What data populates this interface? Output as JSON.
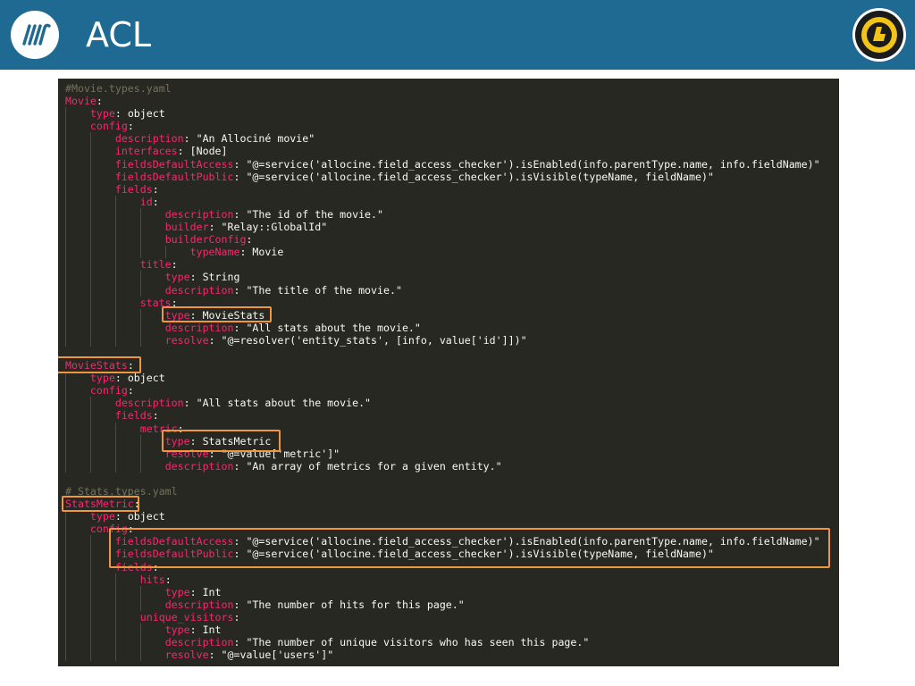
{
  "header": {
    "title": "ACL",
    "bg_color": "#1e6a93",
    "left_logo_icon": "stripes-logo-icon",
    "right_logo_icon": "badge-logo-icon"
  },
  "code": {
    "colors": {
      "key": "#f92672",
      "comment": "#75715e",
      "string": "#e6db74",
      "text": "#f8f8f2",
      "highlight": "#f0963e"
    },
    "lines": [
      {
        "indent": 0,
        "comment": "#Movie.types.yaml"
      },
      {
        "indent": 0,
        "key": "Movie"
      },
      {
        "indent": 1,
        "key": "type",
        "value": "object"
      },
      {
        "indent": 1,
        "key": "config"
      },
      {
        "indent": 2,
        "key": "description",
        "value": "\"An Allociné movie\""
      },
      {
        "indent": 2,
        "key": "interfaces",
        "value": "[Node]"
      },
      {
        "indent": 2,
        "key": "fieldsDefaultAccess",
        "value": "\"@=service('allocine.field_access_checker').isEnabled(info.parentType.name, info.fieldName)\""
      },
      {
        "indent": 2,
        "key": "fieldsDefaultPublic",
        "value": "\"@=service('allocine.field_access_checker').isVisible(typeName, fieldName)\""
      },
      {
        "indent": 2,
        "key": "fields"
      },
      {
        "indent": 3,
        "key": "id"
      },
      {
        "indent": 4,
        "key": "description",
        "value": "\"The id of the movie.\""
      },
      {
        "indent": 4,
        "key": "builder",
        "value": "\"Relay::GlobalId\""
      },
      {
        "indent": 4,
        "key": "builderConfig"
      },
      {
        "indent": 5,
        "key": "typeName",
        "value": "Movie"
      },
      {
        "indent": 3,
        "key": "title"
      },
      {
        "indent": 4,
        "key": "type",
        "value": "String"
      },
      {
        "indent": 4,
        "key": "description",
        "value": "\"The title of the movie.\""
      },
      {
        "indent": 3,
        "key": "stats"
      },
      {
        "indent": 4,
        "key": "type",
        "value": "MovieStats"
      },
      {
        "indent": 4,
        "key": "description",
        "value": "\"All stats about the movie.\""
      },
      {
        "indent": 4,
        "key": "resolve",
        "value": "\"@=resolver('entity_stats', [info, value['id']])\""
      },
      {
        "indent": 0
      },
      {
        "indent": 0,
        "key": "MovieStats"
      },
      {
        "indent": 1,
        "key": "type",
        "value": "object"
      },
      {
        "indent": 1,
        "key": "config"
      },
      {
        "indent": 2,
        "key": "description",
        "value": "\"All stats about the movie.\""
      },
      {
        "indent": 2,
        "key": "fields"
      },
      {
        "indent": 3,
        "key": "metric"
      },
      {
        "indent": 4,
        "key": "type",
        "value": "StatsMetric"
      },
      {
        "indent": 4,
        "key": "resolve",
        "value": "\"@=value['metric']\""
      },
      {
        "indent": 4,
        "key": "description",
        "value": "\"An array of metrics for a given entity.\""
      },
      {
        "indent": 0
      },
      {
        "indent": 0,
        "comment": "# Stats.types.yaml"
      },
      {
        "indent": 0,
        "key": "StatsMetric"
      },
      {
        "indent": 1,
        "key": "type",
        "value": "object"
      },
      {
        "indent": 1,
        "key": "config"
      },
      {
        "indent": 2,
        "key": "fieldsDefaultAccess",
        "value": "\"@=service('allocine.field_access_checker').isEnabled(info.parentType.name, info.fieldName)\""
      },
      {
        "indent": 2,
        "key": "fieldsDefaultPublic",
        "value": "\"@=service('allocine.field_access_checker').isVisible(typeName, fieldName)\""
      },
      {
        "indent": 2,
        "key": "fields"
      },
      {
        "indent": 3,
        "key": "hits"
      },
      {
        "indent": 4,
        "key": "type",
        "value": "Int"
      },
      {
        "indent": 4,
        "key": "description",
        "value": "\"The number of hits for this page.\""
      },
      {
        "indent": 3,
        "key": "unique_visitors"
      },
      {
        "indent": 4,
        "key": "type",
        "value": "Int"
      },
      {
        "indent": 4,
        "key": "description",
        "value": "\"The number of unique visitors who has seen this page.\""
      },
      {
        "indent": 4,
        "key": "resolve",
        "value": "\"@=value['users']\""
      }
    ]
  }
}
